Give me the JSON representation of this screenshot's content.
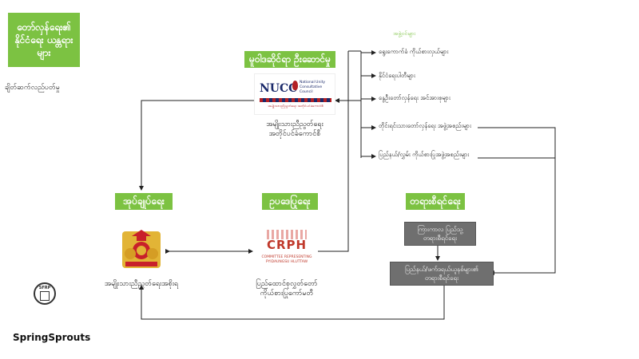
{
  "title_box": {
    "text": "တော်လှန်ရေး၏ နိုင်ငံရေး ယန္တရားများ"
  },
  "subtitle": "ချိတ်ဆက်လည်ပတ်မှု",
  "labels": {
    "leadership": "မူဝါဒဆိုင်ရာ ဦးဆောင်မှု",
    "executive": "အုပ်ချုပ်ရေး",
    "legislative": "ဥပဒေပြုရေး",
    "judicial": "တရားစီရင်ရေး"
  },
  "nucc": {
    "logo_main": "NUCC",
    "logo_side": "National Unity Consultative Council",
    "logo_sub": "အမျိုးသားညီညွတ်ရေး အတိုင်ပင်ခံကောင်စီ",
    "caption": "အမျိုးသားညီညွတ်ရေး အတိုင်ပင်ခံကောင်စီ"
  },
  "nug": {
    "caption": "အမျိုးသားညီညွတ်ရေးအစိုးရ"
  },
  "crph": {
    "logo_main": "CRPH",
    "logo_line1": "COMMITTEE REPRESENTING",
    "logo_line2": "PYIDAUNGSU HLUTTAW",
    "caption": "ပြည်ထောင်စုလွှတ်တော် ကိုယ်စားပြုကော်မတီ"
  },
  "members": {
    "heading": "အဖွဲ့ဝင်များ",
    "items": [
      "ရွေးကောက်ခံ ကိုယ်စားလှယ်များ",
      "နိုင်ငံရေးပါတီများ",
      "နွေဦးတော်လှန်ရေး အင်အားစုများ",
      "တိုင်းရင်းသားတော်လှန်ရေး အဖွဲ့အစည်းများ",
      "ပြည်နယ်/လွှမ်း ကိုယ်စားပြုအဖွဲ့အစည်းများ"
    ]
  },
  "courts": {
    "interim": "ကြားကာလ ပြည်သူ့တရားစီရင်ရေး",
    "state": "ပြည်နယ်/ဖက်ဒရယ်ယူနစ်များ၏ တရားစီရင်ရေး"
  },
  "footer": {
    "sfrp": "SFRP",
    "brand": "SpringSprouts"
  },
  "colors": {
    "green": "#7cc242",
    "gray": "#6f6f6f",
    "crph_red": "#c0392b",
    "nucc_red": "#b32025"
  }
}
